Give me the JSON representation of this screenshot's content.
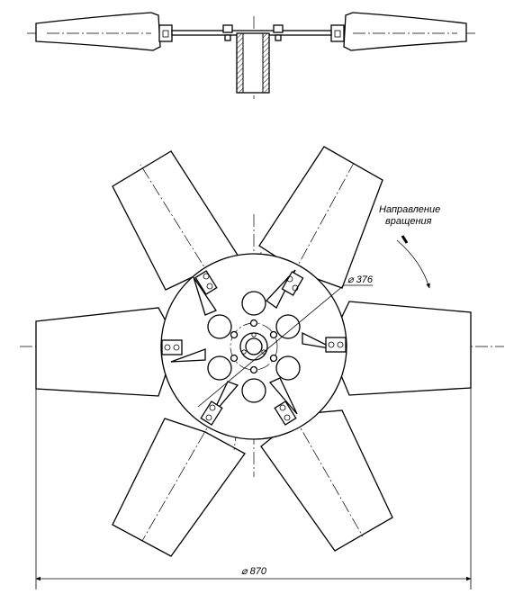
{
  "labels": {
    "rotation_line1": "Направление",
    "rotation_line2": "вращения",
    "hub_diameter": "⌀ 376",
    "overall_diameter": "⌀ 870"
  }
}
